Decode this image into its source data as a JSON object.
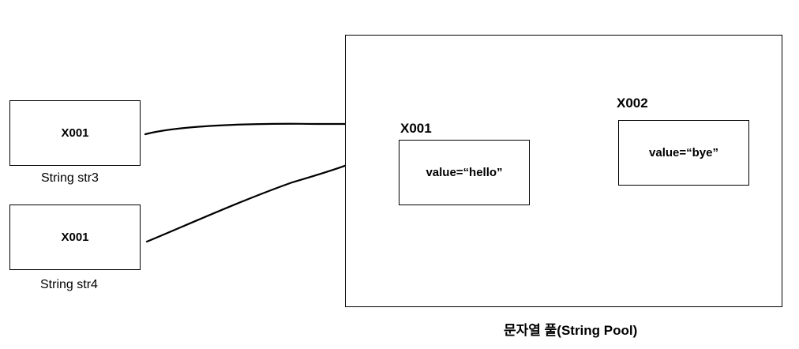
{
  "variables": [
    {
      "name": "String str3",
      "value": "X001"
    },
    {
      "name": "String str4",
      "value": "X001"
    }
  ],
  "pool": {
    "caption": "문자열 풀(String Pool)",
    "objects": [
      {
        "address": "X001",
        "content": "value=“hello”"
      },
      {
        "address": "X002",
        "content": "value=“bye”"
      }
    ]
  },
  "colors": {
    "stroke": "#000000",
    "background": "#ffffff"
  }
}
